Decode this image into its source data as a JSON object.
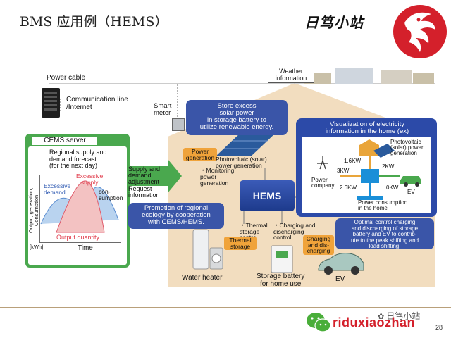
{
  "header": {
    "title": "BMS 应用例（HEMS）",
    "brand": "日笃小站"
  },
  "diagram": {
    "power_cable": "Power cable",
    "weather_info": "Weather\ninformation",
    "comm_line": "Communication line\n/Internet",
    "smart_meter": "Smart\nmeter",
    "store_excess": "Store excess\nsolar power\nin storage battery to\nutilize renewable energy.",
    "visualization_title": "Visualization of electricity\ninformation in the home (ex)",
    "viz": {
      "pv_label": "Photovoltaic\n(solar) power\ngeneration",
      "kw_1_6": "1.6KW",
      "kw_3": "3KW",
      "kw_2": "2KW",
      "kw_2_6": "2.6KW",
      "kw_0": "0KW",
      "power_company": "Power\ncompany",
      "ev": "EV",
      "consumption": "Power consumption\nin the home"
    },
    "cems_server": "CEMS server",
    "forecast": "Regional supply and\ndemand forecast\n(for the next day)",
    "cems_chart": {
      "y_axis_label": "Output, generation, Consumption",
      "excessive_supply": "Excessive\nsupply",
      "excessive_demand": "Excessive\ndemand",
      "consumption": "con-\nsumption",
      "output_quantity": "Output quantity",
      "unit": "[kWh]",
      "x_axis_label": "Time"
    },
    "supply_demand": "Supply and\ndemand\nadjustment",
    "request_info": "Request\ninformation",
    "power_generation": "Power\ngeneration",
    "pv_generation": "Photovoltaic (solar)\npower generation",
    "monitoring": "・Monitoring\npower\ngeneration",
    "hems": "HEMS",
    "promotion": "Promotion of regional\necology by cooperation\nwith CEMS/HEMS.",
    "thermal_control": "・Thermal\nstorage\ncontrol",
    "charging_control": "・Charging and\ndischarging\ncontrol",
    "optimal": "Optimal control charging\nand discharging of storage\nbattery and EV to contrib-\nute to the peak shifting and\nload shifting.",
    "thermal_storage": "Thermal\nstorage",
    "charging_tag": "Charging\nand dis-\ncharging",
    "water_heater": "Water heater",
    "storage_battery": "Storage battery\nfor home use",
    "ev": "EV"
  },
  "footer": {
    "wechat_account": "日笃小站",
    "domain": "riduxiaozhan",
    "page_number": "28"
  },
  "colors": {
    "cems_green": "#4aa84e",
    "bubble_blue": "#3a55a8",
    "orange_tag": "#f0a33a",
    "house_beige": "#f2ddbf",
    "logo_red": "#d4202b",
    "footer_red": "#d4202b"
  }
}
